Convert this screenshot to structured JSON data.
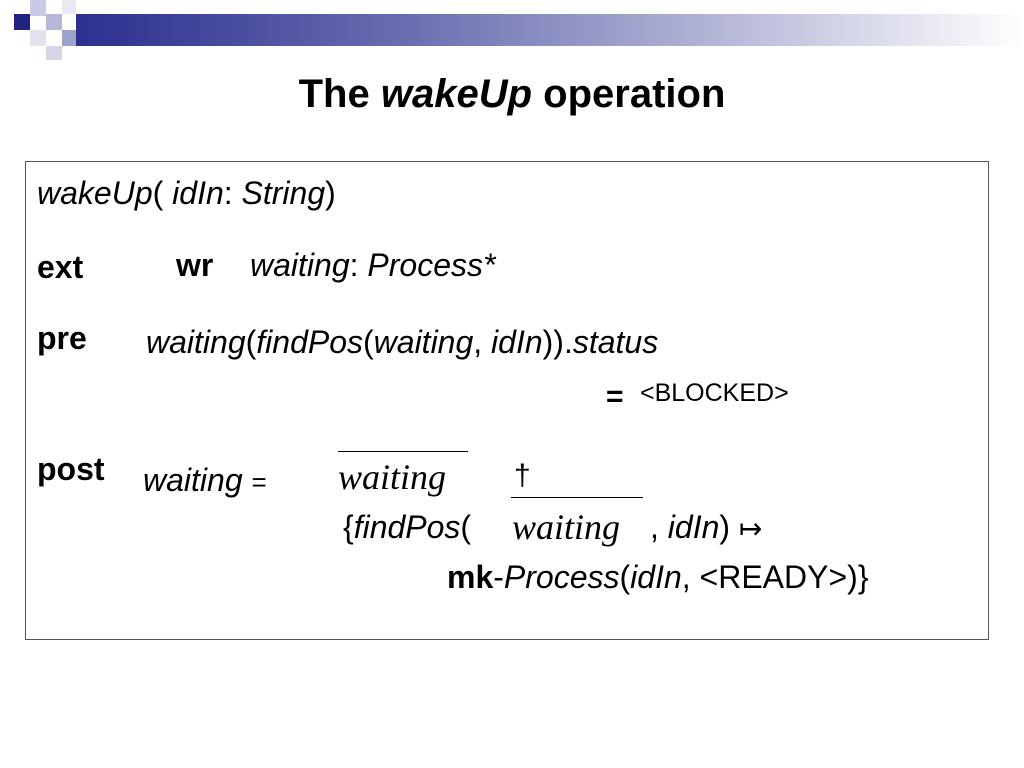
{
  "title": {
    "prefix": "The",
    "italic": "wakeUp",
    "suffix": "operation"
  },
  "signature": {
    "name": "wakeUp",
    "open": "(",
    "param": "idIn",
    "colon": ":",
    "type": "String",
    "close": ")"
  },
  "ext": {
    "keyword": "ext",
    "mode": "wr",
    "var": "waiting",
    "colon": ":",
    "type": "Process*"
  },
  "pre": {
    "keyword": "pre",
    "line1": {
      "waiting": "waiting",
      "p1": "(",
      "findPos": "findPos",
      "p2": "(",
      "arg1": "waiting",
      "comma": ",",
      "arg2": "idIn",
      "p3": ")).",
      "status": "status"
    },
    "eq": "=",
    "value": "<BLOCKED>"
  },
  "post": {
    "keyword": "post",
    "lhs": "waiting",
    "eq": "=",
    "old_waiting": "waiting",
    "override": "†",
    "brace_open": "{",
    "findPos": "findPos",
    "paren": "(",
    "old_waiting_2": "waiting",
    "comma": ",",
    "idIn": "idIn",
    "maps": ")",
    "arrow": "↦",
    "mk": "mk",
    "dash": "-",
    "process": "Process",
    "paren2": "(",
    "idIn2": "idIn",
    "rest": ", <READY>)}"
  }
}
